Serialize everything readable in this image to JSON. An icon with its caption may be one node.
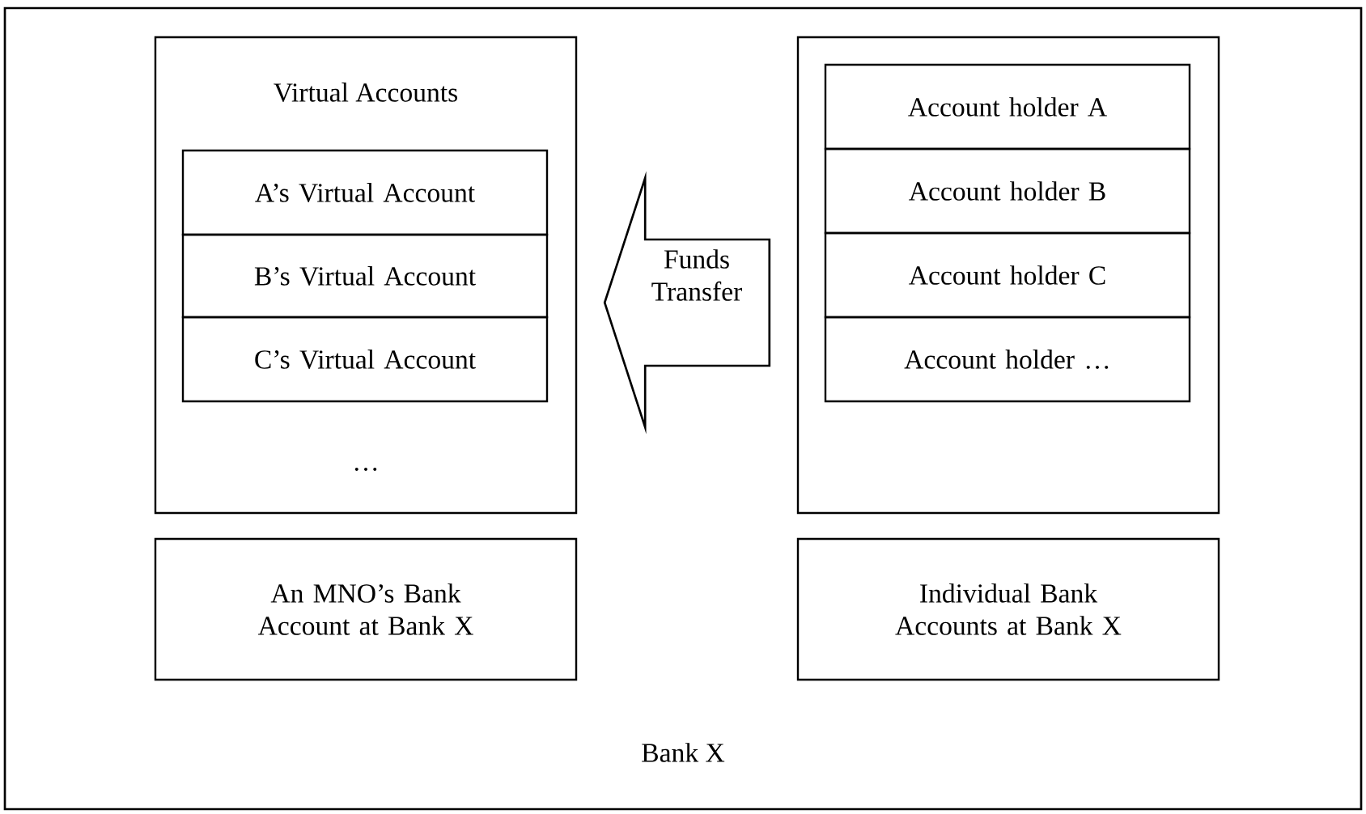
{
  "diagram": {
    "nodes": [
      {
        "text": [
          "Bank X"
        ]
      },
      {
        "text": [
          "Virtual Accounts",
          "…"
        ],
        "in": 0
      },
      {
        "text": [
          "A’s Virtual Account"
        ],
        "in": 1
      },
      {
        "text": [
          "B’s Virtual Account"
        ],
        "in": 1
      },
      {
        "text": [
          "C’s Virtual Account"
        ],
        "in": 1
      },
      {
        "text": [],
        "shape": "box",
        "in": 0
      },
      {
        "text": [
          "Account holder A"
        ],
        "in": 5
      },
      {
        "text": [
          "Account holder B"
        ],
        "in": 5
      },
      {
        "text": [
          "Account holder C"
        ],
        "in": 5
      },
      {
        "text": [
          "Account holder …"
        ],
        "in": 5
      },
      {
        "text": [
          "An MNO’s Bank Account at Bank X"
        ],
        "in": 0
      },
      {
        "text": [
          "Individual Bank Accounts at Bank X"
        ],
        "in": 0
      }
    ],
    "edges": [
      {
        "from": 5,
        "to": 1,
        "arrow": "to",
        "label": "Funds Transfer"
      }
    ]
  }
}
